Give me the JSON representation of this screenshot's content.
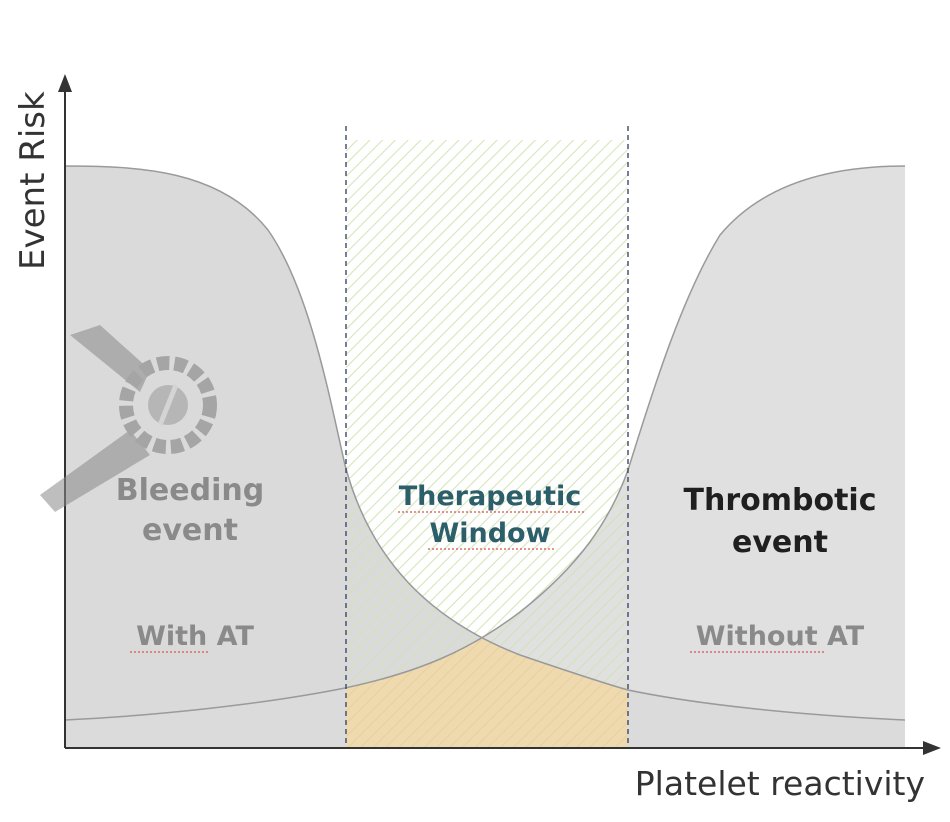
{
  "axes": {
    "y_label": "Event Risk",
    "x_label": "Platelet reactivity"
  },
  "regions": {
    "left_title_line1": "Bleeding",
    "left_title_line2": "event",
    "left_subtitle": "With AT",
    "center_title_line1": "Therapeutic",
    "center_title_line2": "Window",
    "right_title_line1": "Thrombotic",
    "right_title_line2": "event",
    "right_subtitle": "Without AT"
  },
  "colors": {
    "risk_fill": "#dadada",
    "overlap_fill": "#f2d9a8",
    "window_hatch": "#cfe3b2",
    "title_dark": "#1f1f1f",
    "window_text": "#2c5f6a",
    "subtitle_gray": "#8a8a8a",
    "underline": "#d9534f"
  },
  "watermark": {
    "icon": "gear-wrench-logo"
  }
}
